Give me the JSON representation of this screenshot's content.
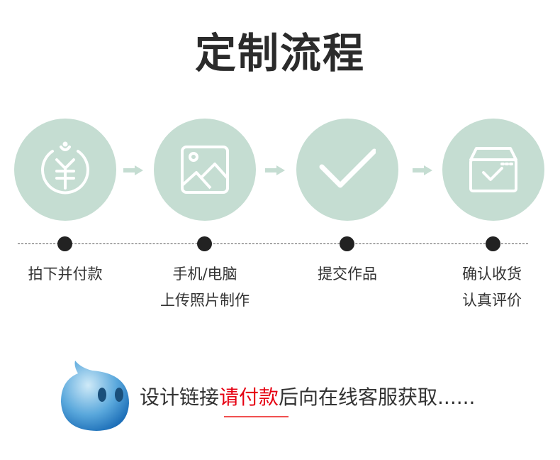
{
  "title": "定制流程",
  "steps": [
    {
      "icon": "yuan-coin-icon",
      "line1": "拍下并付款",
      "line2": ""
    },
    {
      "icon": "image-icon",
      "line1": "手机/电脑",
      "line2": "上传照片制作"
    },
    {
      "icon": "checkmark-icon",
      "line1": "提交作品",
      "line2": ""
    },
    {
      "icon": "package-box-icon",
      "line1": "确认收货",
      "line2": "认真评价"
    }
  ],
  "note": {
    "before": "设计链接",
    "highlight": "请付款",
    "after": "后向在线客服获取......"
  },
  "colors": {
    "circle": "#c5ddd2",
    "highlight": "#e60012"
  }
}
